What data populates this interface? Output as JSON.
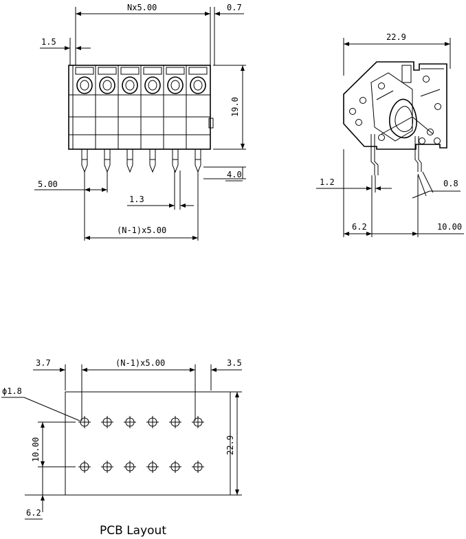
{
  "front_view": {
    "dim_width": "Nx5.00",
    "dim_tab": "0.7",
    "dim_offset": "1.5",
    "dim_height": "19.0",
    "dim_pin_len": "4.0",
    "dim_pitch": "5.00",
    "dim_pin": "1.3",
    "dim_span": "(N-1)x5.00"
  },
  "side_view": {
    "dim_depth": "22.9",
    "dim_pin_w": "1.2",
    "dim_pin_t": "0.8",
    "dim_left": "6.2",
    "dim_row": "10.00"
  },
  "pcb_layout": {
    "dim_left": "3.7",
    "dim_span": "(N-1)x5.00",
    "dim_right": "3.5",
    "dim_hole": "ϕ1.8",
    "dim_row": "10.00",
    "dim_height": "22.9",
    "dim_bottom": "6.2",
    "caption": "PCB Layout"
  }
}
